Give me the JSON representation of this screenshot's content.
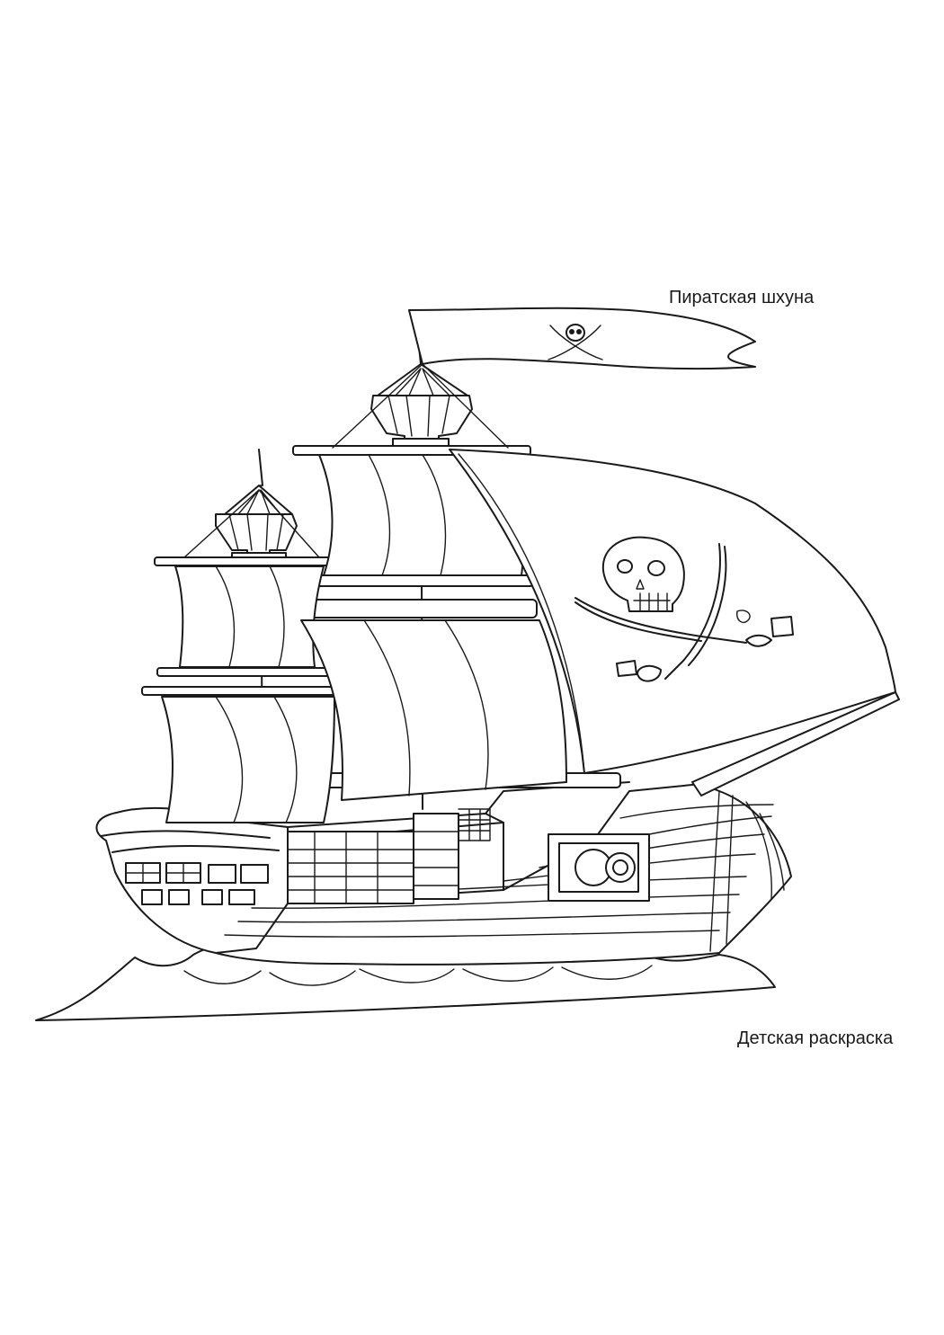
{
  "page": {
    "caption_top": "Пиратская шхуна",
    "caption_bottom": "Детская раскраска"
  },
  "colors": {
    "line": "#1a1a1a",
    "background": "#ffffff"
  },
  "illustration": {
    "subject": "pirate-ship-line-art"
  }
}
